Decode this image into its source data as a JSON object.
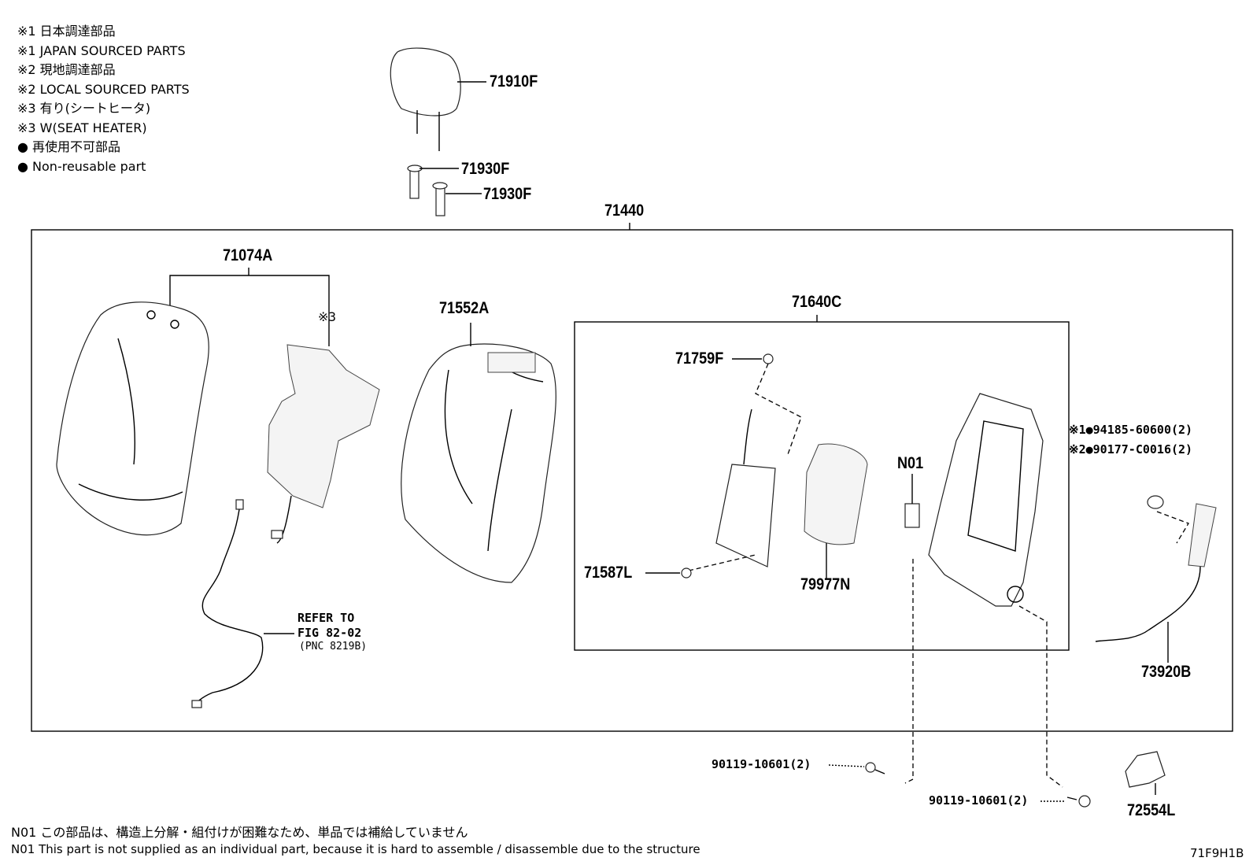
{
  "legend": [
    "※1 日本調達部品",
    "※1 JAPAN SOURCED PARTS",
    "※2 現地調達部品",
    "※2 LOCAL SOURCED PARTS",
    "※3 有り(シートヒータ)",
    "※3 W(SEAT HEATER)",
    "● 再使用不可部品",
    "● Non-reusable part"
  ],
  "parts": {
    "headrest": "71910F",
    "guide_1": "71930F",
    "guide_2": "71930F",
    "assembly": "71440",
    "cover": "71074A",
    "heater_mark": "※3",
    "pad": "71552A",
    "frame_assembly": "71640C",
    "clip_upper": "71759F",
    "clip_lower": "71587L",
    "pad_79977": "79977N",
    "n01": "N01",
    "bolts_note_1": "※1●94185-60600(2)",
    "bolts_note_2": "※2●90177-C0016(2)",
    "harness": "73920B",
    "bolt_left": "90119-10601(2)",
    "bolt_right": "90119-10601(2)",
    "bracket": "72554L",
    "refer_1": "REFER TO",
    "refer_2": "FIG 82-02",
    "refer_3": "(PNC 8219B)"
  },
  "notes": [
    "N01 この部品は、構造上分解・組付けが困難なため、単品では補給していません",
    "N01 This part is not supplied as an individual part, because it is hard to assemble / disassemble due to the structure"
  ],
  "figure_id": "71F9H1B"
}
